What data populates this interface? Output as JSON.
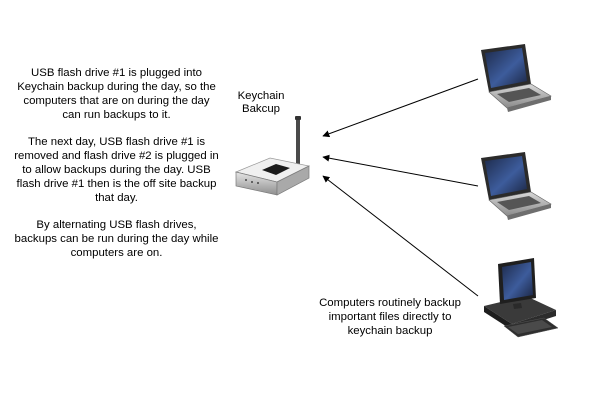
{
  "explanation": {
    "paragraph_1": "USB flash drive #1 is plugged into Keychain backup during the day, so the computers that are on during the day can run backups to it.",
    "paragraph_2": "The next day, USB flash drive #1 is removed and flash drive #2 is plugged in to allow backups during the day. USB flash drive #1 then is the off site backup that day.",
    "paragraph_3": "By alternating USB flash drives, backups can be run during the day while computers are on."
  },
  "device": {
    "label_line1": "Keychain",
    "label_line2": "Bakcup"
  },
  "computers_caption": "Computers routinely backup important files directly to keychain backup",
  "nodes": [
    {
      "id": "keychain-backup",
      "icon": "router-icon"
    },
    {
      "id": "laptop-1",
      "icon": "laptop-icon"
    },
    {
      "id": "laptop-2",
      "icon": "laptop-icon"
    },
    {
      "id": "desktop",
      "icon": "desktop-computer-icon"
    }
  ],
  "edges": [
    {
      "from": "laptop-1",
      "to": "keychain-backup"
    },
    {
      "from": "laptop-2",
      "to": "keychain-backup"
    },
    {
      "from": "desktop",
      "to": "keychain-backup"
    }
  ]
}
